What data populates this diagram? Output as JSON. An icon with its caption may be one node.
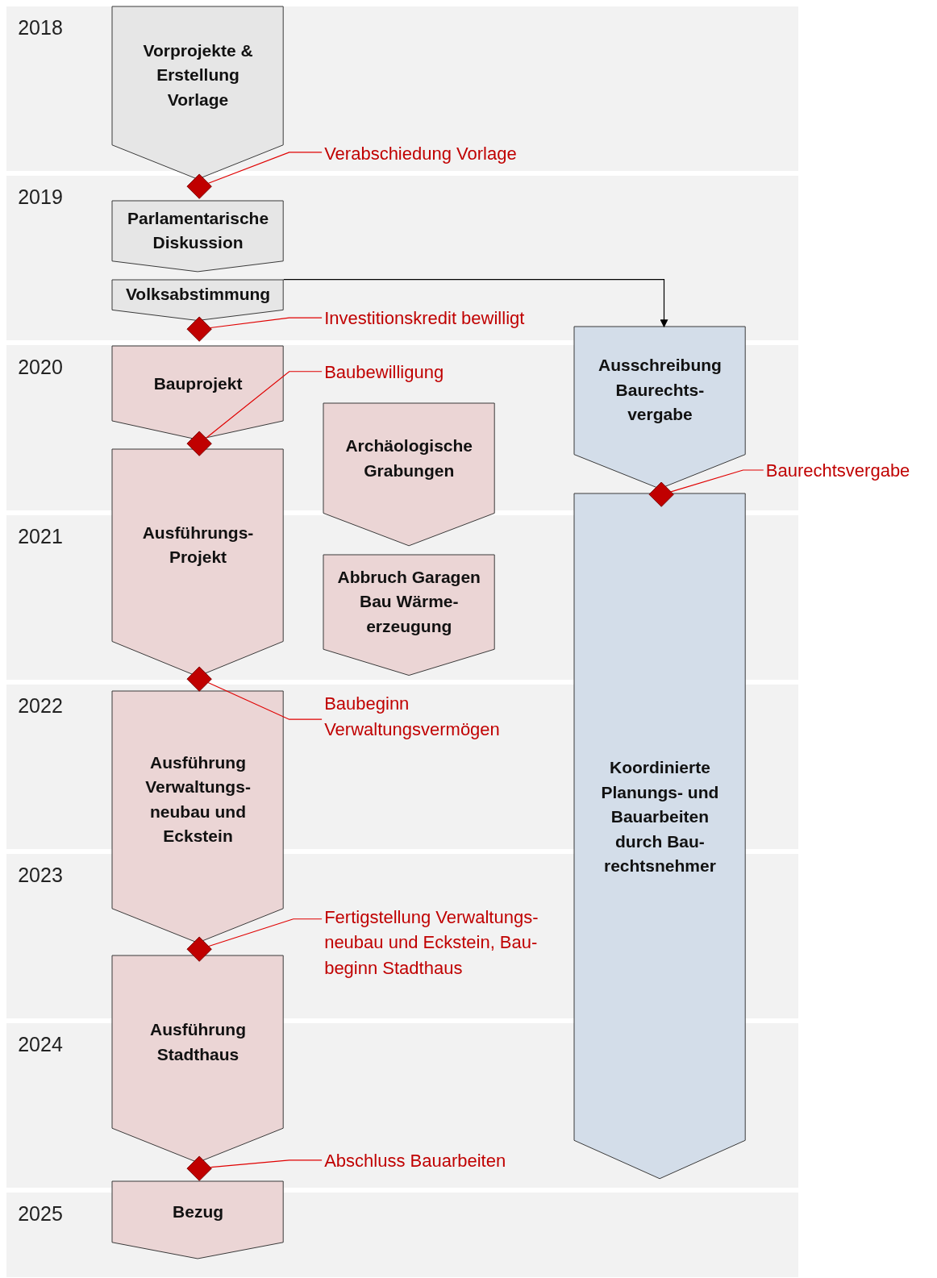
{
  "diagram": {
    "nodes": [
      {
        "text": [
          "Vorprojekte & Erstellung Vorlage"
        ]
      },
      {
        "text": [],
        "shape": "diamond"
      },
      {
        "text": [
          "Verabschiedung Vorlage"
        ]
      },
      {
        "text": [
          "Parlamentarische Diskussion"
        ]
      },
      {
        "text": [
          "Volksabstimmung"
        ]
      },
      {
        "text": [],
        "shape": "diamond"
      },
      {
        "text": [
          "Investitionskredit bewilligt"
        ]
      },
      {
        "text": [
          "Bauprojekt"
        ]
      },
      {
        "text": [
          "Baubewilligung"
        ]
      },
      {
        "text": [],
        "shape": "diamond"
      },
      {
        "text": [
          "Archäologische Grabungen"
        ]
      },
      {
        "text": [
          "Ausschreibung Baurechts- vergabe"
        ]
      },
      {
        "text": [],
        "shape": "diamond"
      },
      {
        "text": [
          "Baurechtsvergabe"
        ]
      },
      {
        "text": [
          "Ausführungs- Projekt"
        ]
      },
      {
        "text": [
          "Abbruch Garagen Bau Wärme- erzeugung"
        ]
      },
      {
        "text": [],
        "shape": "diamond"
      },
      {
        "text": [
          "Baubeginn Verwaltungsvermögen"
        ]
      },
      {
        "text": [
          "Ausführung Verwaltungs- neubau und Eckstein"
        ]
      },
      {
        "text": [
          "Koordinierte Planungs- und Bauarbeiten durch Bau- rechtsnehmer"
        ]
      },
      {
        "text": [],
        "shape": "diamond"
      },
      {
        "text": [
          "Fertigstellung Verwaltungs- neubau und Eckstein, Bau- beginn Stadthaus"
        ]
      },
      {
        "text": [
          "Ausführung Stadthaus"
        ]
      },
      {
        "text": [],
        "shape": "diamond"
      },
      {
        "text": [
          "Abschluss Bauarbeiten"
        ]
      },
      {
        "text": [
          "Bezug"
        ]
      }
    ],
    "edges": [
      {
        "from": 2,
        "to": 1,
        "arrow": "none"
      },
      {
        "from": 6,
        "to": 5,
        "arrow": "none"
      },
      {
        "from": 8,
        "to": 9,
        "arrow": "none"
      },
      {
        "from": 13,
        "to": 12,
        "arrow": "none"
      },
      {
        "from": 17,
        "to": 16,
        "arrow": "none"
      },
      {
        "from": 21,
        "to": 20,
        "arrow": "none"
      },
      {
        "from": 24,
        "to": 23,
        "arrow": "none"
      },
      {
        "from": 4,
        "to": 11,
        "arrow": "to",
        "color": "#000000"
      }
    ],
    "labels": [
      "2018",
      "2019",
      "2020",
      "2021",
      "2022",
      "2023",
      "2024",
      "2025"
    ]
  }
}
